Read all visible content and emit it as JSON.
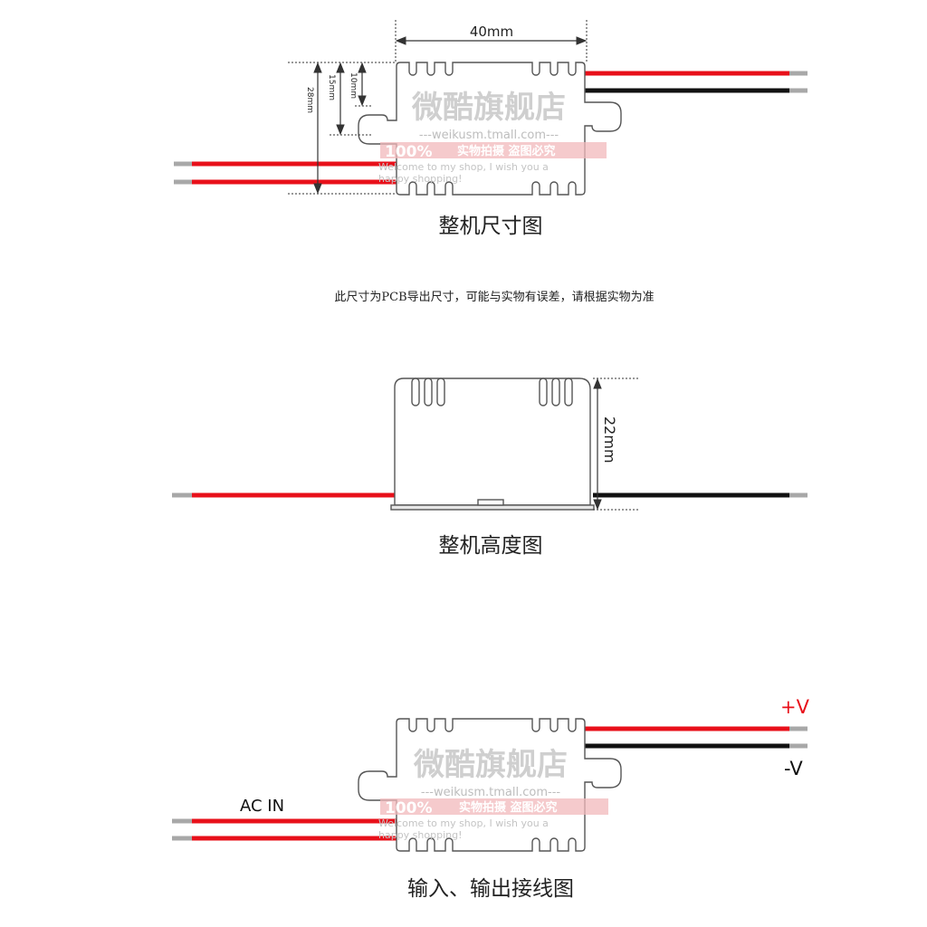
{
  "top_view": {
    "caption": "整机尺寸图",
    "dim_width": "40mm",
    "dim_28": "28mm",
    "dim_15": "15mm",
    "dim_10": "10mm"
  },
  "note": "此尺寸为PCB导出尺寸，可能与实物有误差，请根据实物为准",
  "side_view": {
    "caption": "整机高度图",
    "dim_height": "22mm"
  },
  "wiring_view": {
    "caption": "输入、输出接线图",
    "input_label": "AC IN",
    "output_plus": "+V",
    "output_minus": "-V"
  },
  "watermark": {
    "shop_name": "微酷旗舰店",
    "url": "---weikusm.tmall.com---",
    "badge_percent": "100%",
    "badge_text": "实物拍摄  盗图必究",
    "welcome_line1": "Welcome to my shop, I wish you a",
    "welcome_line2": "happy shopping!"
  },
  "colors": {
    "wire_red": "#e8101a",
    "wire_black": "#111111",
    "wire_tip": "#a8a8a8",
    "outline": "#555555"
  }
}
